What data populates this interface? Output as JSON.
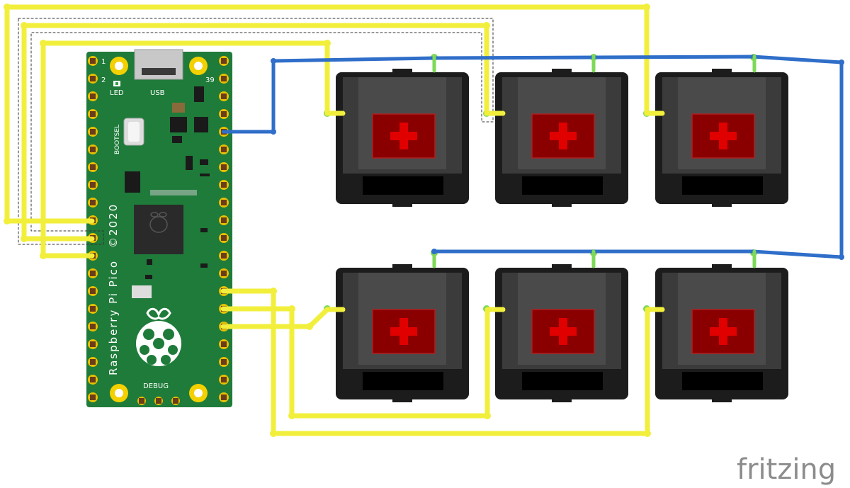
{
  "board": {
    "name": "Raspberry Pi Pico",
    "copyright": "©2020",
    "labels": {
      "pin1": "1",
      "pin2": "2",
      "pin39": "39",
      "led": "LED",
      "usb": "USB",
      "bootsel": "BOOTSEL",
      "debug": "DEBUG"
    }
  },
  "watermark": "fritzing",
  "colors": {
    "wire_yellow": "#f2ef3c",
    "wire_blue": "#2f6ec9",
    "board_green": "#1f7b3a",
    "switch_body": "#3b3b3b",
    "switch_stem": "#8a0000",
    "switch_cross": "#e00000",
    "pad_gold": "#e9c000"
  },
  "switches": [
    {
      "id": "sw-top-1",
      "row": "top",
      "col": 1
    },
    {
      "id": "sw-top-2",
      "row": "top",
      "col": 2
    },
    {
      "id": "sw-top-3",
      "row": "top",
      "col": 3
    },
    {
      "id": "sw-bottom-1",
      "row": "bottom",
      "col": 1
    },
    {
      "id": "sw-bottom-2",
      "row": "bottom",
      "col": 2
    },
    {
      "id": "sw-bottom-3",
      "row": "bottom",
      "col": 3
    }
  ]
}
